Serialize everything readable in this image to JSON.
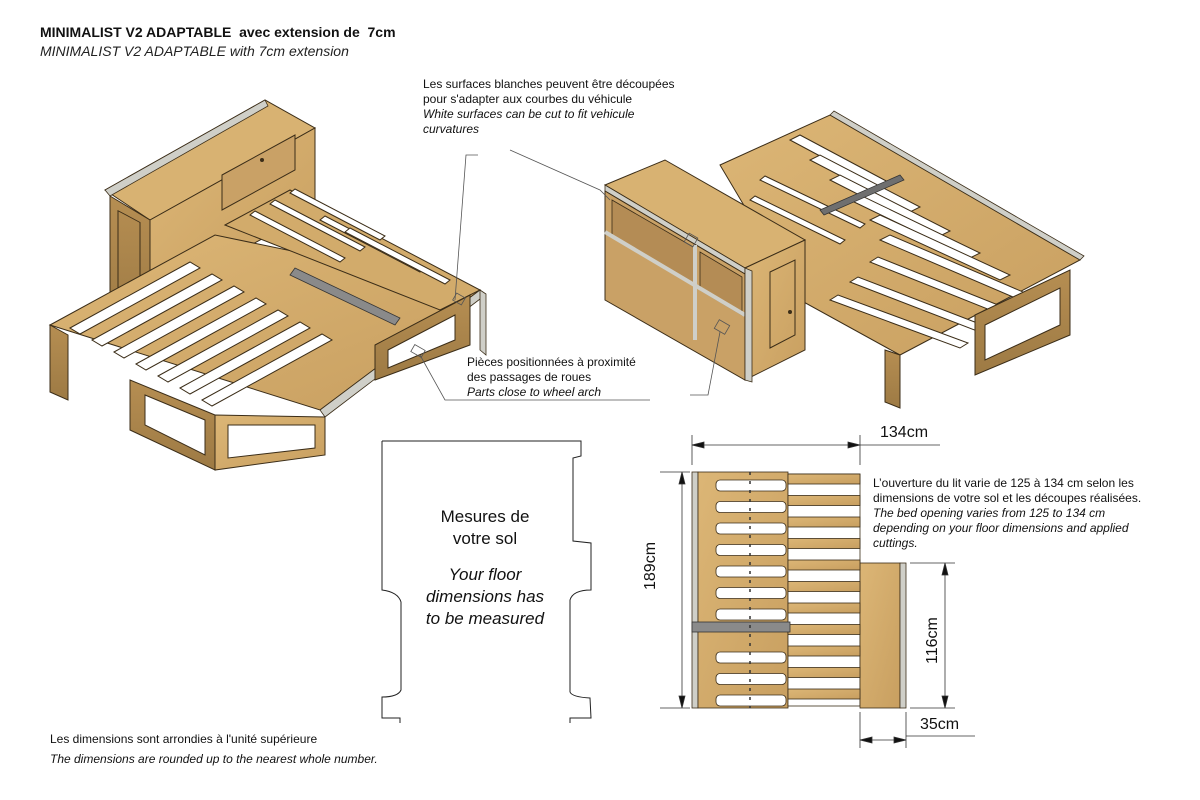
{
  "title": {
    "fr": "MINIMALIST V2 ADAPTABLE  avec extension de  7cm",
    "en": "MINIMALIST V2 ADAPTABLE with 7cm extension"
  },
  "callouts": {
    "white_surfaces": {
      "fr_line1": "Les surfaces blanches peuvent être découpées",
      "fr_line2": "pour s'adapter aux courbes du véhicule",
      "en_line1": "White surfaces can be cut to fit vehicule",
      "en_line2": "curvatures"
    },
    "wheel_arch": {
      "fr_line1": "Pièces positionnées à proximité",
      "fr_line2": "des passages de roues",
      "en_line1": "Parts close to wheel arch"
    }
  },
  "floor_template": {
    "fr_line1": "Mesures de",
    "fr_line2": "votre sol",
    "en_line1": "Your floor",
    "en_line2": "dimensions has",
    "en_line3": "to be measured"
  },
  "bed_opening_note": {
    "fr_line1": "L’ouverture du lit varie de 125 à 134 cm selon les",
    "fr_line2": "dimensions de votre sol et les découpes réalisées.",
    "en_line1": "The bed opening varies from 125 to 134 cm",
    "en_line2": "depending on your floor dimensions and applied",
    "en_line3": "cuttings."
  },
  "dimensions": {
    "width": "134cm",
    "length": "189cm",
    "cabinet_length": "116cm",
    "cabinet_depth": "35cm"
  },
  "footer": {
    "fr": "Les dimensions sont arrondies à l'unité supérieure",
    "en": "The dimensions are rounded up to the nearest whole number."
  },
  "colors": {
    "wood": "#d4ac6e",
    "wood_dark": "#a9844c",
    "white_edge": "#c9c9c3",
    "metal": "#8a8a8a"
  }
}
